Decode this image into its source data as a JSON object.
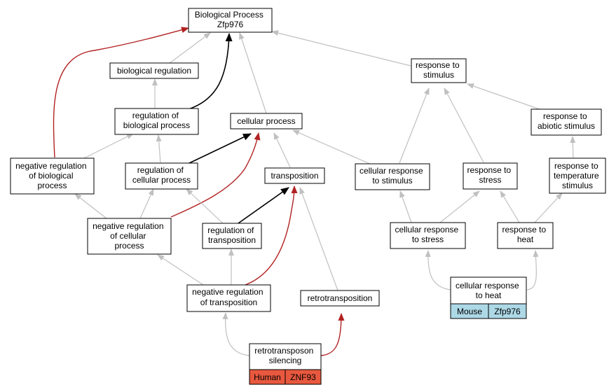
{
  "colors": {
    "edge_default": "#c0c0c0",
    "edge_black": "#000000",
    "edge_red": "#b22222",
    "mouse_fill": "#add8e6",
    "human_fill": "#e8583e"
  },
  "nodes": {
    "root": [
      "Biological Process",
      "Zfp976"
    ],
    "biological_regulation": [
      "biological regulation"
    ],
    "response_to_stimulus": [
      "response to",
      "stimulus"
    ],
    "regulation_of_biological_process": [
      "regulation of",
      "biological process"
    ],
    "cellular_process": [
      "cellular process"
    ],
    "response_to_abiotic_stimulus": [
      "response to",
      "abiotic stimulus"
    ],
    "negative_regulation_of_biological_process": [
      "negative regulation",
      "of biological",
      "process"
    ],
    "regulation_of_cellular_process": [
      "regulation of",
      "cellular process"
    ],
    "transposition": [
      "transposition"
    ],
    "cellular_response_to_stimulus": [
      "cellular response",
      "to stimulus"
    ],
    "response_to_stress": [
      "response to",
      "stress"
    ],
    "response_to_temperature_stimulus": [
      "response to",
      "temperature",
      "stimulus"
    ],
    "negative_regulation_of_cellular_process": [
      "negative regulation",
      "of cellular",
      "process"
    ],
    "regulation_of_transposition": [
      "regulation of",
      "transposition"
    ],
    "cellular_response_to_stress": [
      "cellular response",
      "to stress"
    ],
    "response_to_heat": [
      "response to",
      "heat"
    ],
    "negative_regulation_of_transposition": [
      "negative regulation",
      "of transposition"
    ],
    "retrotransposition": [
      "retrotransposition"
    ],
    "cellular_response_to_heat": [
      "cellular response",
      "to heat"
    ],
    "retrotransposon_silencing": [
      "retrotransposon",
      "silencing"
    ]
  },
  "annotations": {
    "mouse": {
      "species": "Mouse",
      "gene": "Zfp976"
    },
    "human": {
      "species": "Human",
      "gene": "ZNF93"
    }
  }
}
